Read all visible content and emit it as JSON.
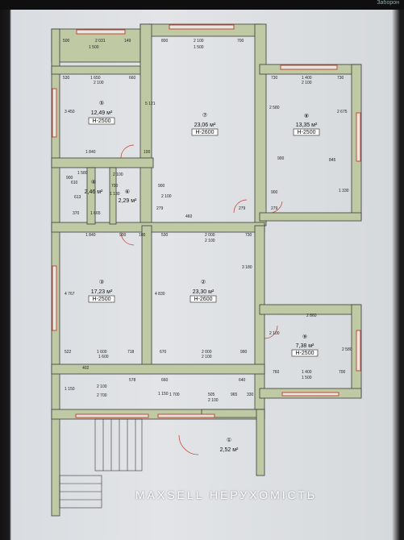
{
  "brand": "MAXSELL НЕРУХОМІСТЬ",
  "topbar_text": "Заборон",
  "colors": {
    "wall": "#bfc9a3",
    "window": "#c0392b",
    "background": "#e2e4e7"
  },
  "rooms": [
    {
      "no": "①",
      "area": "2,52 м²"
    },
    {
      "no": "②",
      "area": "23,30 м²",
      "height": "H-2600"
    },
    {
      "no": "③",
      "area": "17,23 м²",
      "height": "H-2500"
    },
    {
      "no": "④",
      "area": "2,46 м²"
    },
    {
      "no": "⑤",
      "area": "12,49 м²",
      "height": "H-2500"
    },
    {
      "no": "⑥",
      "area": "2,29 м²"
    },
    {
      "no": "⑦",
      "area": "23,06 м²",
      "height": "H-2600"
    },
    {
      "no": "⑧",
      "area": "13,35 м²",
      "height": "H-2500"
    },
    {
      "no": "⑨",
      "area": "7,38 м²",
      "height": "H-2500"
    }
  ],
  "dims": [
    "500",
    "2 031",
    "149",
    "800",
    "2 100",
    "700",
    "1 500",
    "1 500",
    "530",
    "1 650",
    "660",
    "2 100",
    "3 450",
    "1 840",
    "100",
    "5 121",
    "730",
    "1 400",
    "730",
    "2 100",
    "2 580",
    "2 675",
    "900",
    "845",
    "1 330",
    "1 580",
    "610",
    "900",
    "613",
    "370",
    "1 665",
    "700",
    "2 100",
    "1 130",
    "900",
    "2 100",
    "279",
    "460",
    "279",
    "900",
    "279",
    "1 840",
    "900",
    "100",
    "530",
    "2 000",
    "730",
    "2 100",
    "4 767",
    "4 830",
    "3 180",
    "522",
    "1 600",
    "718",
    "670",
    "2 000",
    "990",
    "2 860",
    "1 600",
    "2 100",
    "2 100",
    "2 580",
    "760",
    "1 400",
    "700",
    "1 500",
    "402",
    "578",
    "660",
    "640",
    "1 150",
    "1 150",
    "2 100",
    "2 700",
    "1 700",
    "505",
    "965",
    "330",
    "2 100"
  ]
}
